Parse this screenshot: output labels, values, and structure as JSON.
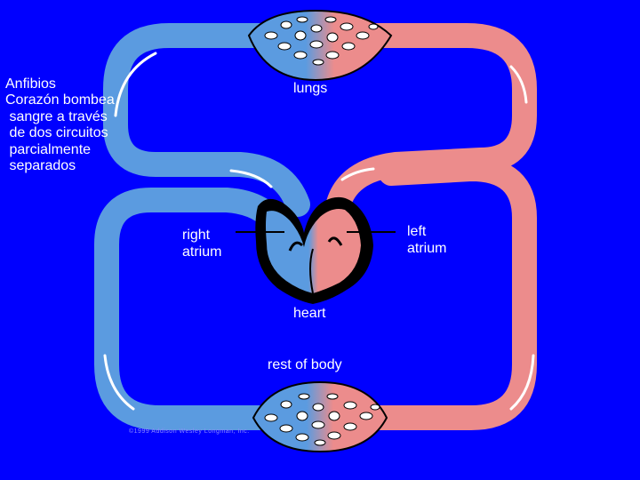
{
  "caption": "Anfibios\nCorazón bombea\n sangre a través\n de dos circuitos\n parcialmente\n separados",
  "labels": {
    "lungs": "lungs",
    "right_atrium": "right\natrium",
    "left_atrium": "left\natrium",
    "heart": "heart",
    "rest_of_body": "rest of body"
  },
  "credit": "©1999 Addison Wesley Longman, Inc.",
  "colors": {
    "background": "#0000ff",
    "deoxygenated": "#5b9be0",
    "oxygenated": "#ec8c8c",
    "heart_outline": "#000000",
    "label_text": "#ffffff"
  }
}
